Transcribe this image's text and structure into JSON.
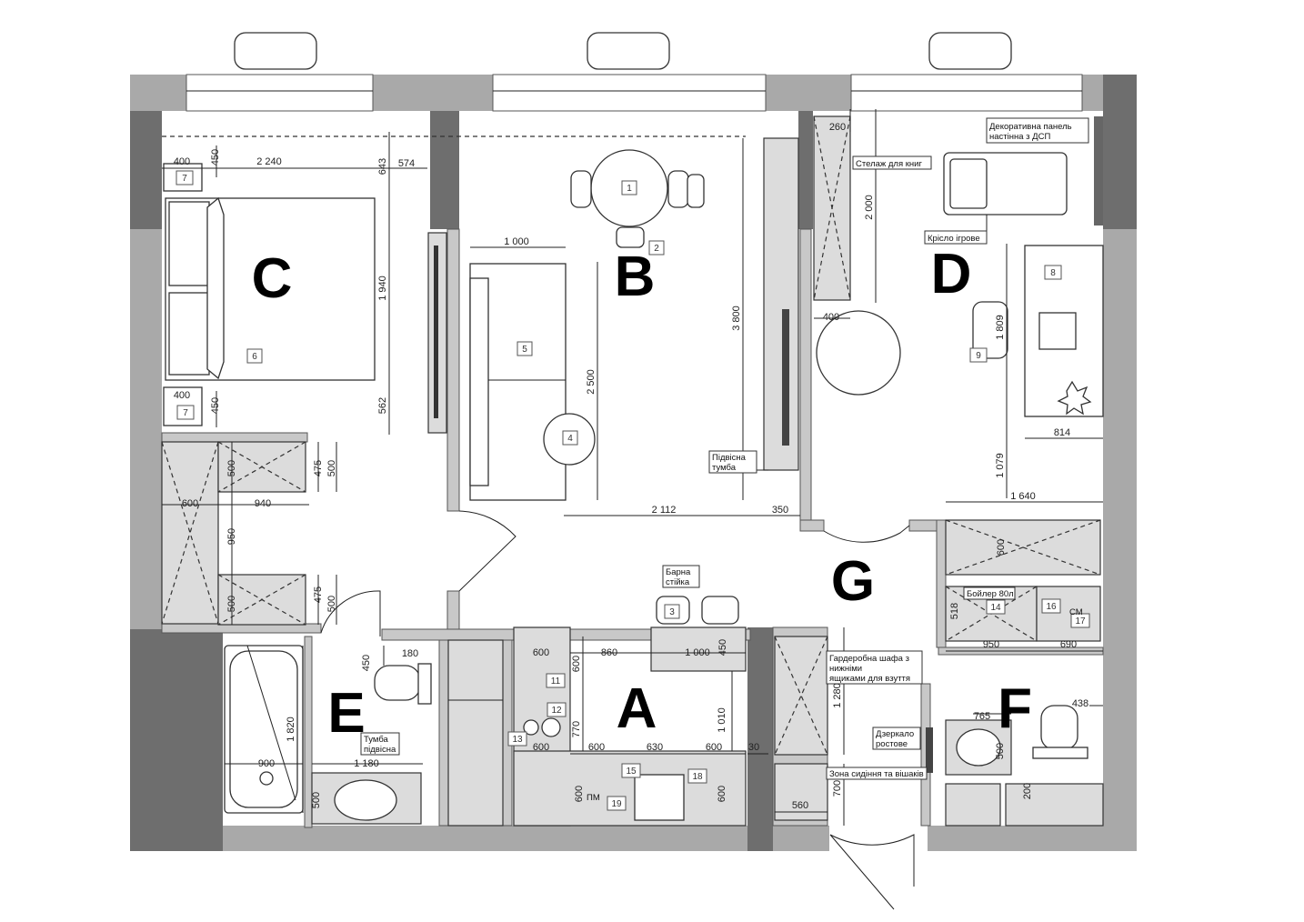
{
  "rooms": {
    "a": "A",
    "b": "B",
    "c": "C",
    "d": "D",
    "e": "E",
    "f": "F",
    "g": "G"
  },
  "dims": {
    "d400a": "400",
    "d450a": "450",
    "d2240": "2 240",
    "d643": "643",
    "d574": "574",
    "d1940": "1 940",
    "d562": "562",
    "d400b": "400",
    "d450b": "450",
    "d500a": "500",
    "d475a": "475",
    "d500b": "500",
    "d600a": "600",
    "d940": "940",
    "d950a": "950",
    "d500c": "500",
    "d475b": "475",
    "d500d": "500",
    "d1000a": "1 000",
    "d2500": "2 500",
    "d3800": "3 800",
    "d2112": "2 112",
    "d350": "350",
    "d260": "260",
    "d2000": "2 000",
    "d400c": "400",
    "d1809": "1 809",
    "d814": "814",
    "d1079": "1 079",
    "d1640": "1 640",
    "d600b": "600",
    "d518": "518",
    "d950b": "950",
    "d690": "690",
    "d765": "765",
    "d438": "438",
    "d500e": "500",
    "d200": "200",
    "d450c": "450",
    "d180": "180",
    "d1820": "1 820",
    "d900": "900",
    "d1180": "1 180",
    "d500f": "500",
    "d600c": "600",
    "d860": "860",
    "d1000b": "1 000",
    "d450d": "450",
    "d600d": "600",
    "d770": "770",
    "d1010": "1 010",
    "d600e": "600",
    "d600f": "600",
    "d630": "630",
    "d600g": "600",
    "d30": "30",
    "d600h": "600",
    "d600i": "600",
    "d1280": "1 280",
    "d700": "700",
    "d560": "560"
  },
  "tags": {
    "t1": "1",
    "t2": "2",
    "t3": "3",
    "t4": "4",
    "t5": "5",
    "t6": "6",
    "t7a": "7",
    "t7b": "7",
    "t8": "8",
    "t9": "9",
    "t11": "11",
    "t12": "12",
    "t13": "13",
    "t14": "14",
    "t15": "15",
    "t16": "16",
    "t17": "17",
    "t18": "18",
    "t19": "19"
  },
  "notes": {
    "panel1": "Декоративна панель",
    "panel2": "настінна з ДСП",
    "shelf": "Стелаж для книг",
    "chair": "Крісло ігрове",
    "tv1": "Підвісна",
    "tv2": "тумба",
    "bar1": "Барна",
    "bar2": "стійка",
    "boiler": "Бойлер 80л",
    "wardrobe1": "Гардеробна шафа з",
    "wardrobe2": "нижніми",
    "wardrobe3": "ящиками для взуття",
    "mirror1": "Дзеркало",
    "mirror2": "ростове",
    "seating": "Зона сидіння та вішаків",
    "vanity1": "Тумба",
    "vanity2": "підвісна",
    "pm": "ПМ",
    "sm": "СМ"
  }
}
